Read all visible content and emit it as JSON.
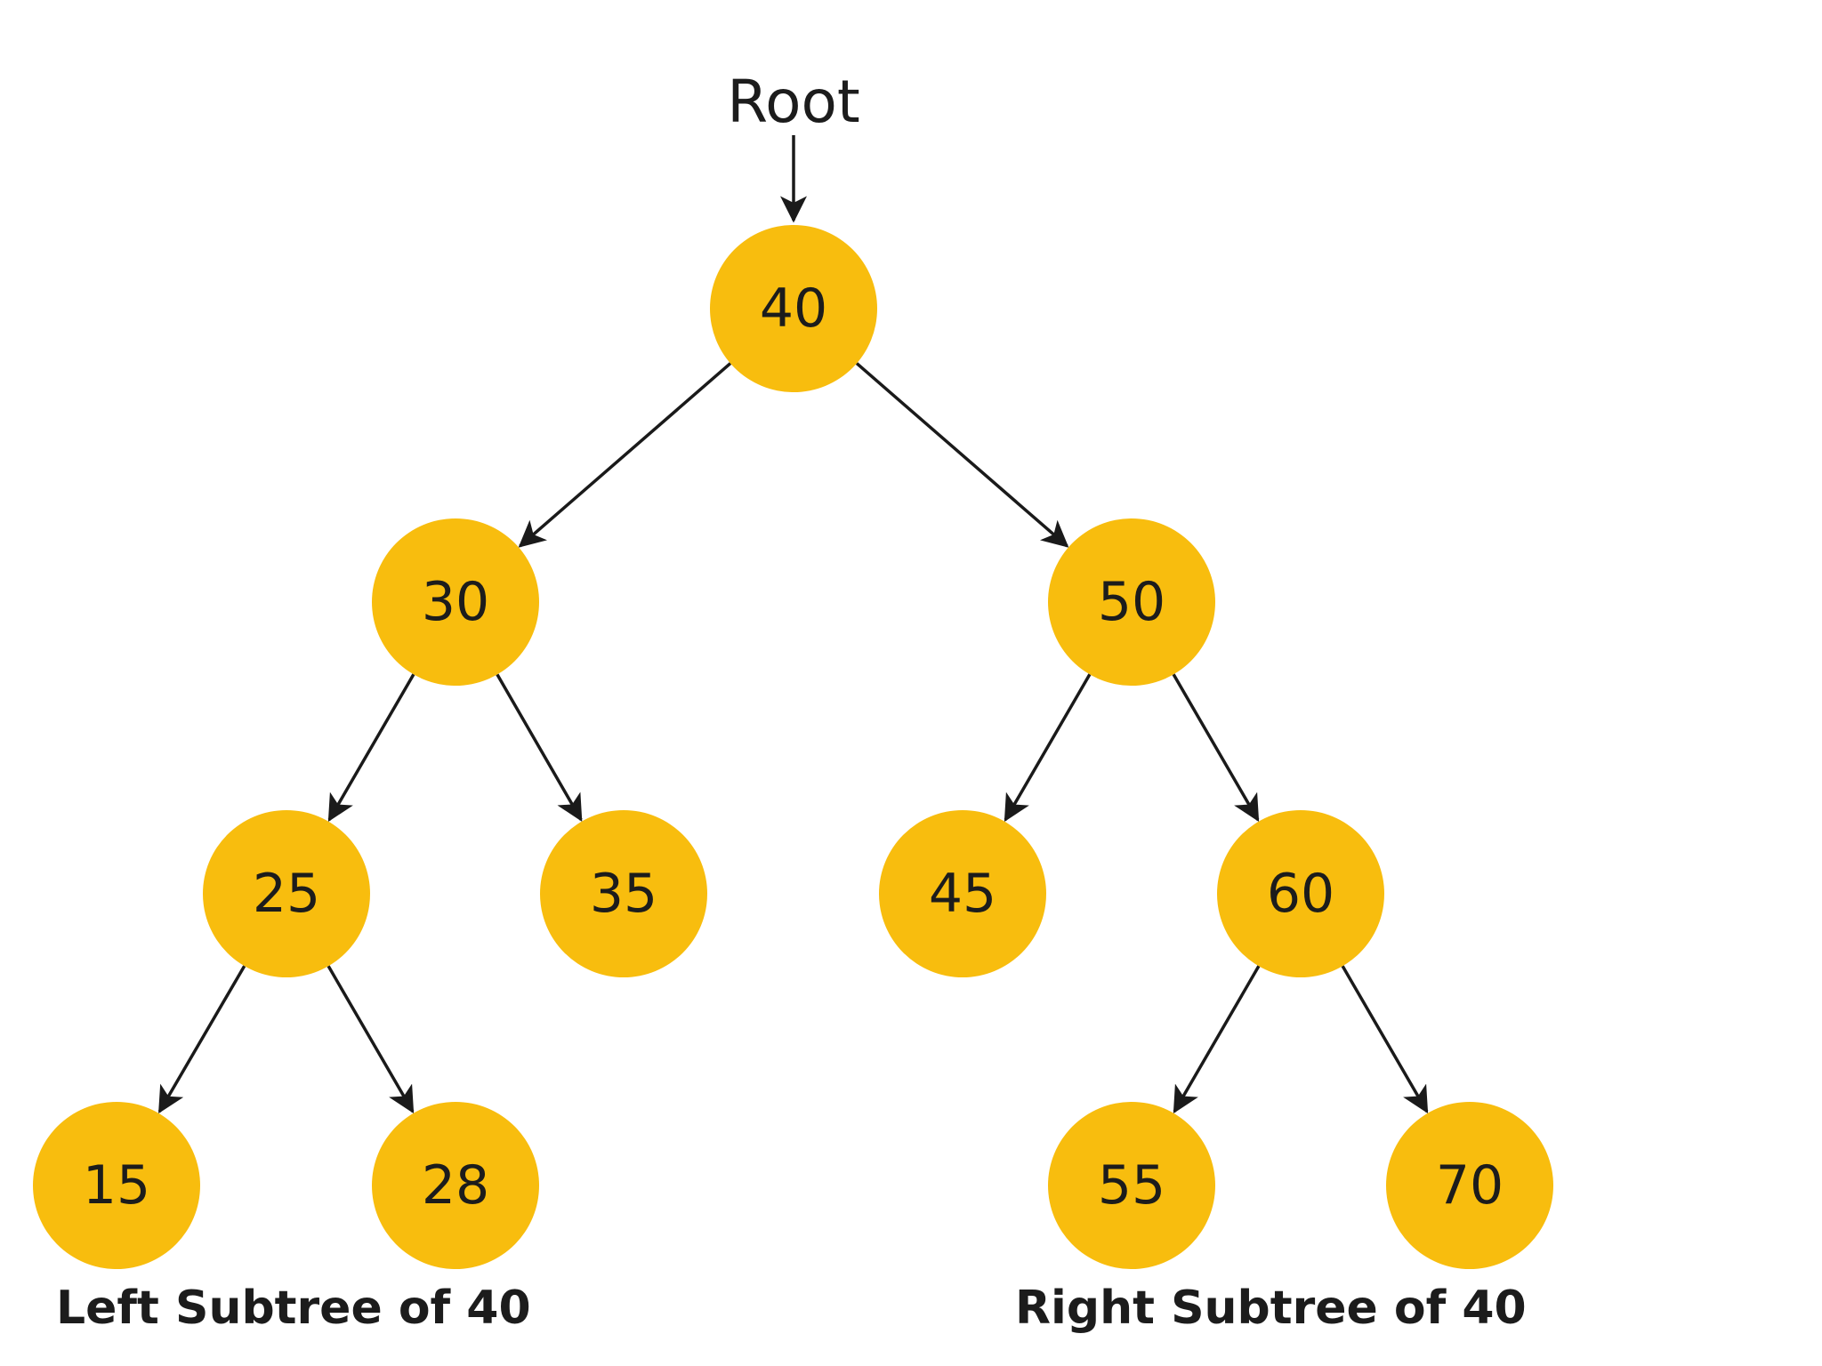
{
  "diagram": {
    "root_label": "Root",
    "captions": {
      "left": "Left Subtree of 40",
      "right": "Right Subtree of 40"
    },
    "colors": {
      "node": "#f8bd0e",
      "text": "#1c1c1c",
      "edge": "#1a1a1a"
    },
    "nodes": [
      {
        "id": "n40",
        "label": "40"
      },
      {
        "id": "n30",
        "label": "30"
      },
      {
        "id": "n50",
        "label": "50"
      },
      {
        "id": "n25",
        "label": "25"
      },
      {
        "id": "n35",
        "label": "35"
      },
      {
        "id": "n45",
        "label": "45"
      },
      {
        "id": "n60",
        "label": "60"
      },
      {
        "id": "n15",
        "label": "15"
      },
      {
        "id": "n28",
        "label": "28"
      },
      {
        "id": "n55",
        "label": "55"
      },
      {
        "id": "n70",
        "label": "70"
      }
    ],
    "edges": [
      {
        "from": "n40",
        "to": "n30"
      },
      {
        "from": "n40",
        "to": "n50"
      },
      {
        "from": "n30",
        "to": "n25"
      },
      {
        "from": "n30",
        "to": "n35"
      },
      {
        "from": "n50",
        "to": "n45"
      },
      {
        "from": "n50",
        "to": "n60"
      },
      {
        "from": "n25",
        "to": "n15"
      },
      {
        "from": "n25",
        "to": "n28"
      },
      {
        "from": "n60",
        "to": "n55"
      },
      {
        "from": "n60",
        "to": "n70"
      }
    ]
  }
}
